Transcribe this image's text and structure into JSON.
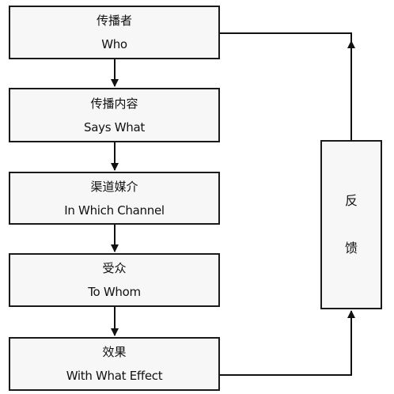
{
  "steps": [
    {
      "zh": "传播者",
      "en": "Who"
    },
    {
      "zh": "传播内容",
      "en": "Says What"
    },
    {
      "zh": "渠道媒介",
      "en": "In Which Channel"
    },
    {
      "zh": "受众",
      "en": "To Whom"
    },
    {
      "zh": "效果",
      "en": "With What Effect"
    }
  ],
  "feedback": {
    "chars": [
      "反",
      "馈"
    ]
  }
}
